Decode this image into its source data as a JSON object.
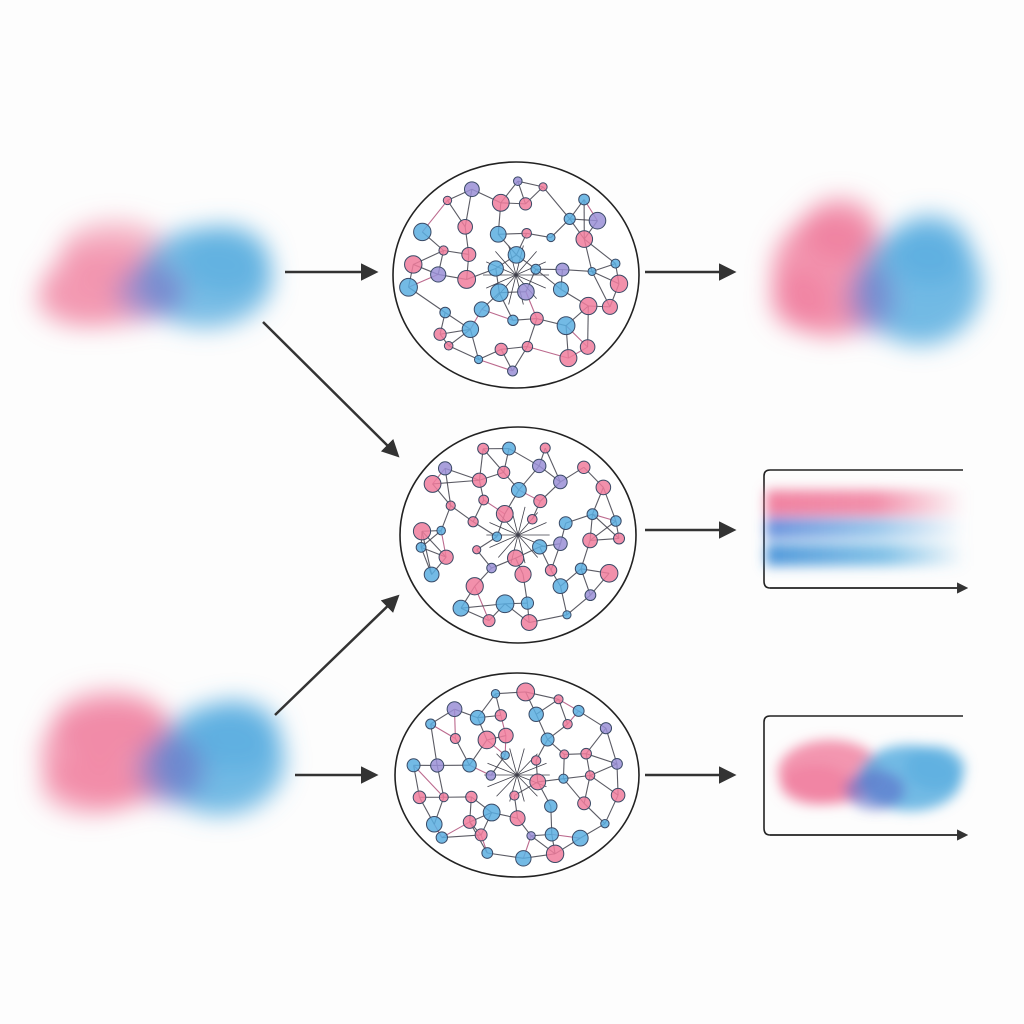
{
  "colors": {
    "pink": "#f07c9c",
    "blue": "#5aaee0",
    "purple": "#9a8fd6",
    "node_stroke": "#3a4a66",
    "edge": "#3f3f4a",
    "arrow": "#333333",
    "frame": "#222222"
  },
  "inputs": [
    {
      "id": "input-top",
      "kind": "pink-blue-overlapping-blobs"
    },
    {
      "id": "input-bottom",
      "kind": "pink-blue-overlapping-blobs"
    }
  ],
  "networks": [
    {
      "id": "network-top",
      "kind": "graph-network"
    },
    {
      "id": "network-middle",
      "kind": "graph-network"
    },
    {
      "id": "network-bottom",
      "kind": "graph-network"
    }
  ],
  "outputs": [
    {
      "id": "output-blobs",
      "kind": "pink-blue-overlapping-blobs"
    },
    {
      "id": "output-band-plot",
      "kind": "horizontal-color-bands"
    },
    {
      "id": "output-blob-plot",
      "kind": "blobs-in-axes"
    }
  ],
  "connections": [
    {
      "from": "input-top",
      "to": "network-top"
    },
    {
      "from": "input-top",
      "to": "network-middle"
    },
    {
      "from": "input-bottom",
      "to": "network-middle"
    },
    {
      "from": "input-bottom",
      "to": "network-bottom"
    },
    {
      "from": "network-top",
      "to": "output-blobs"
    },
    {
      "from": "network-middle",
      "to": "output-band-plot"
    },
    {
      "from": "network-bottom",
      "to": "output-blob-plot"
    }
  ]
}
